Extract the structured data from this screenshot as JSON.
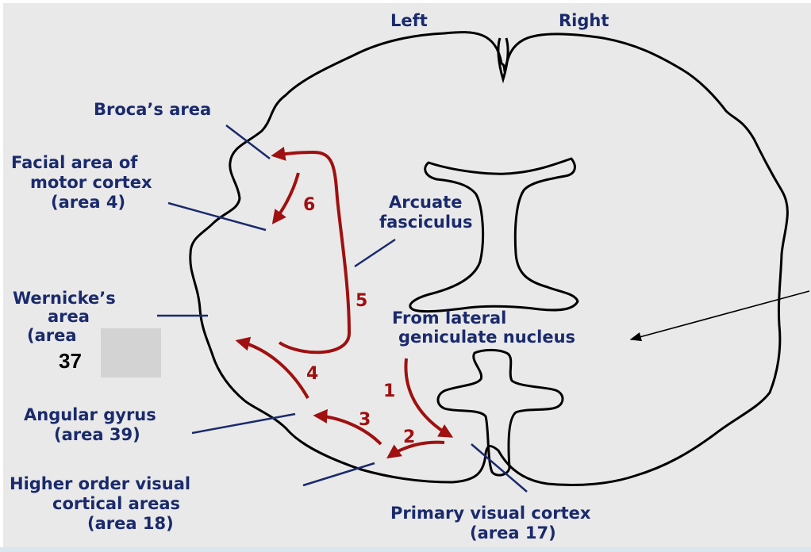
{
  "labels": {
    "left": "Left",
    "right": "Right",
    "broca": "Broca’s area",
    "facial_1": "Facial area of",
    "facial_2": "motor cortex",
    "facial_3": "(area 4)",
    "arcuate_1": "Arcuate",
    "arcuate_2": "fasciculus",
    "wernicke_1": "Wernicke’s",
    "wernicke_2": "area",
    "wernicke_3": "(area",
    "wernicke_num": "37",
    "lgn_1": "From lateral",
    "lgn_2": "geniculate nucleus",
    "angular_1": "Angular gyrus",
    "angular_2": "(area 39)",
    "higher_1": "Higher order visual",
    "higher_2": "cortical areas",
    "higher_3": "(area 18)",
    "primary_1": "Primary visual cortex",
    "primary_2": "(area 17)"
  },
  "steps": [
    "1",
    "2",
    "3",
    "4",
    "5",
    "6"
  ],
  "colors": {
    "label": "#1a2a6c",
    "pathway": "#a01010",
    "outline": "#000000",
    "background": "#e9e9e9"
  }
}
